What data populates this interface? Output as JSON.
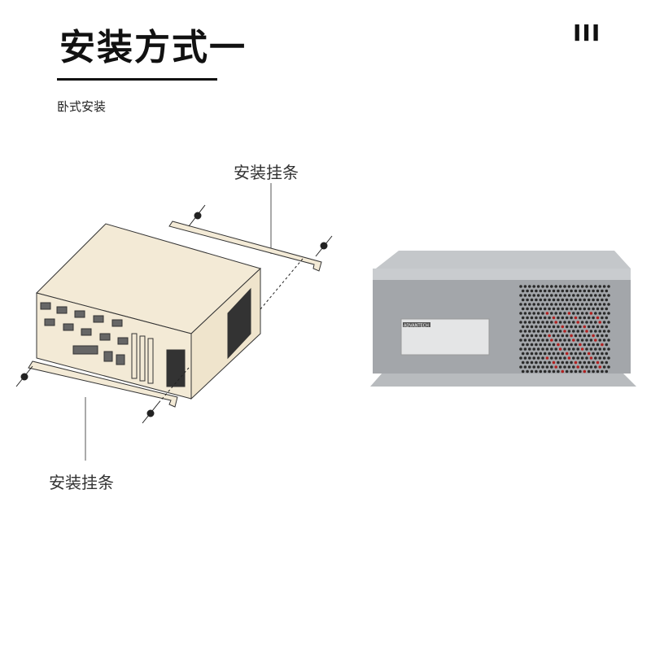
{
  "header": {
    "title": "安装方式一",
    "page_mark": "III",
    "subtitle": "卧式安装"
  },
  "diagram": {
    "top_bracket_label": "安装挂条",
    "bottom_bracket_label": "安装挂条"
  },
  "photo": {
    "brand_label": "ADVANTECH"
  },
  "colors": {
    "chassis_drawing": "#f3ead6",
    "chassis_photo": "#a7aaae"
  }
}
